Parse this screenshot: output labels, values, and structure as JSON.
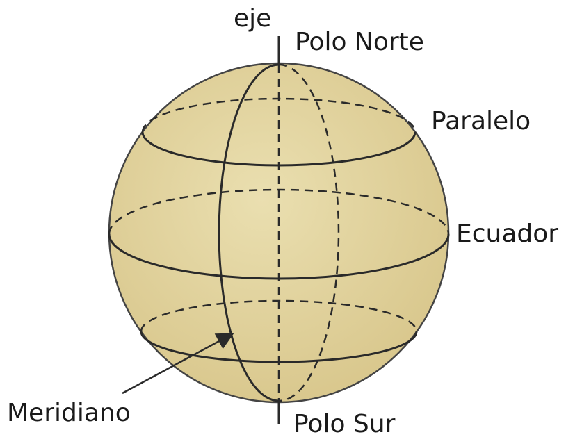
{
  "labels": {
    "axis": "eje",
    "north_pole": "Polo Norte",
    "parallel": "Paralelo",
    "equator": "Ecuador",
    "meridian": "Meridiano",
    "south_pole": "Polo Sur"
  },
  "colors": {
    "sphere_fill": "#e6d8a2",
    "line": "#2a2a2a",
    "text": "#1a1a1a"
  }
}
